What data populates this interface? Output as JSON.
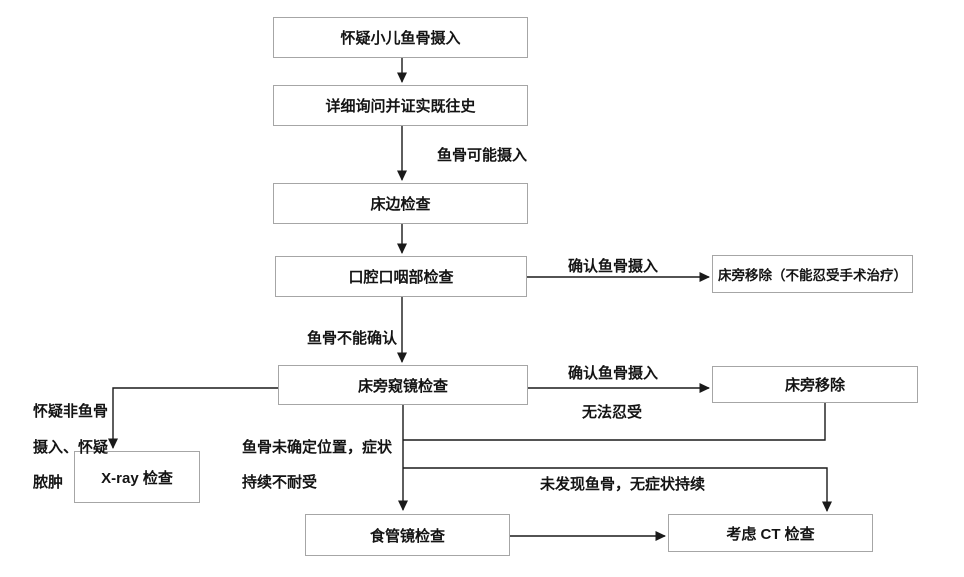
{
  "diagram": {
    "background": "#ffffff",
    "colors": {
      "box_border": "#a6a6a6",
      "text": "#141414",
      "line": "#1a1a1a"
    },
    "nodes": {
      "suspect": {
        "label": "怀疑小儿鱼骨摄入"
      },
      "history": {
        "label": "详细询问并证实既往史"
      },
      "bedside_exam": {
        "label": "床边检查"
      },
      "oral_exam": {
        "label": "口腔口咽部检查"
      },
      "bedside_removal_note": {
        "label": "床旁移除（不能忍受手术治疗）"
      },
      "endoscope_exam": {
        "label": "床旁窥镜检查"
      },
      "bedside_removal": {
        "label": "床旁移除"
      },
      "xray_exam": {
        "label": "X-ray 检查"
      },
      "esophagoscopy_exam": {
        "label": "食管镜检查"
      },
      "ct_exam": {
        "label": "考虑 CT 检查"
      }
    },
    "edge_labels": {
      "possible_ingestion": "鱼骨可能摄入",
      "confirmed_ingestion_1": "确认鱼骨摄入",
      "cannot_confirm": "鱼骨不能确认",
      "confirmed_ingestion_2": "确认鱼骨摄入",
      "intolerable": "无法忍受",
      "suspect_non_fishbone_line1": "怀疑非鱼骨",
      "suspect_non_fishbone_line2": "摄入、怀疑",
      "suspect_non_fishbone_line3": "脓肿",
      "undetermined_location_line1": "鱼骨未确定位置，症状",
      "undetermined_location_line2": "持续不耐受",
      "not_found_no_symptoms": "未发现鱼骨，无症状持续"
    }
  }
}
